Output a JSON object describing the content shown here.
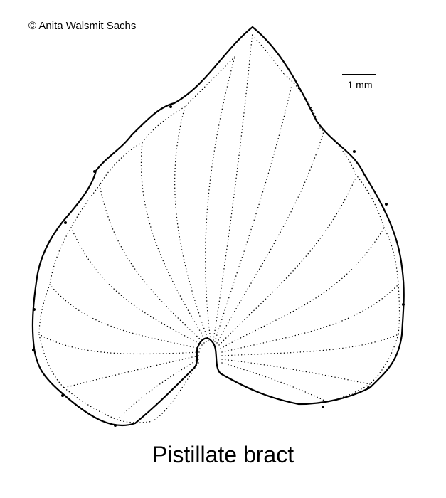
{
  "figure": {
    "credit": "© Anita Walsmit Sachs",
    "scale_label": "1 mm",
    "caption": "Pistillate bract",
    "outline_color": "#000000",
    "vein_color": "#000000"
  }
}
